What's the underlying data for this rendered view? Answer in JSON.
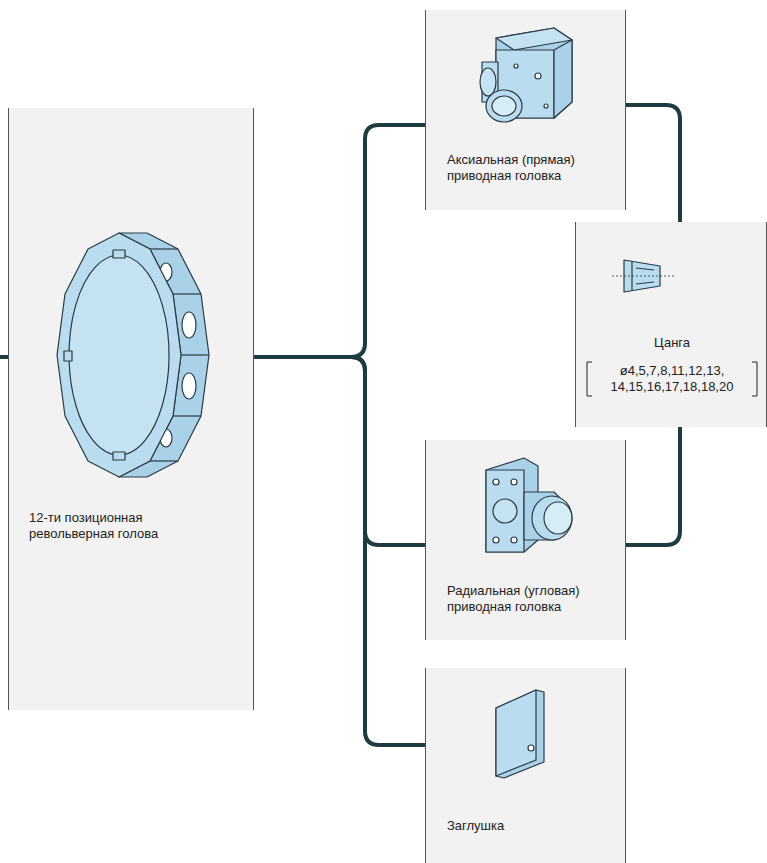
{
  "diagram": {
    "nodes": [
      {
        "text": [
          "12-ти позиционная револьверная голова"
        ]
      },
      {
        "text": [
          "Аксиальная (прямая) приводная головка"
        ]
      },
      {
        "text": [
          "Цанга",
          "ø4,5,7,8,11,12,13, 14,15,16,17,18,18,20"
        ]
      },
      {
        "text": [
          "Радиальная (угловая) приводная головка"
        ]
      },
      {
        "text": [
          "Заглушка"
        ]
      }
    ],
    "edges": [
      {
        "from": 0,
        "to": 1,
        "arrow": "none"
      },
      {
        "from": 0,
        "to": 3,
        "arrow": "none"
      },
      {
        "from": 0,
        "to": 4,
        "arrow": "none"
      },
      {
        "from": 1,
        "to": 2,
        "arrow": "none"
      },
      {
        "from": 3,
        "to": 2,
        "arrow": "none"
      }
    ]
  }
}
